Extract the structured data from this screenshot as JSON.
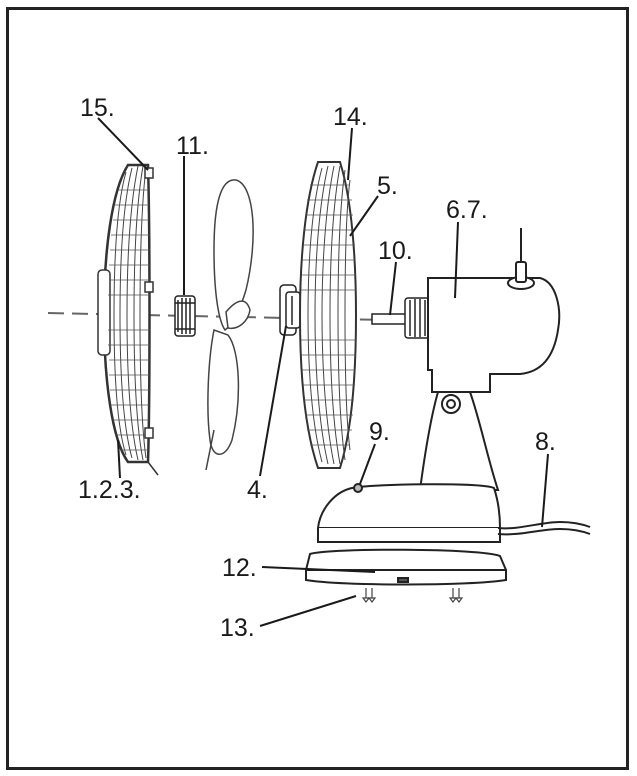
{
  "diagram": {
    "labels": {
      "l15": "15.",
      "l11": "11.",
      "l14": "14.",
      "l5": "5.",
      "l67": "6.7.",
      "l10": "10.",
      "l9": "9.",
      "l8": "8.",
      "l123": "1.2.3.",
      "l4": "4.",
      "l12": "12.",
      "l13": "13."
    },
    "colors": {
      "line": "#1a1a1a",
      "stroke": "#333333",
      "fill": "#ffffff"
    }
  }
}
